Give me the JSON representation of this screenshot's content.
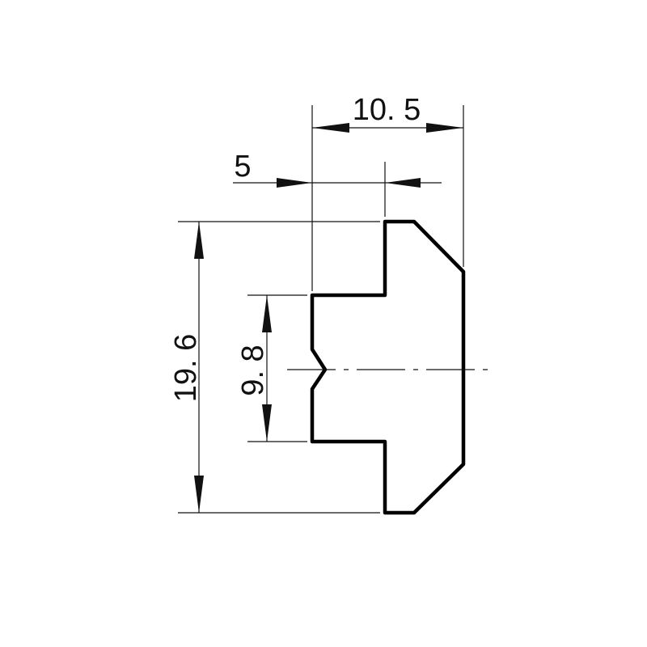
{
  "dimensions": {
    "width_total": "10. 5",
    "width_stem": "5",
    "height_total": "19. 6",
    "height_slot": "9. 8"
  },
  "colors": {
    "line": "#000000",
    "background": "#ffffff"
  }
}
